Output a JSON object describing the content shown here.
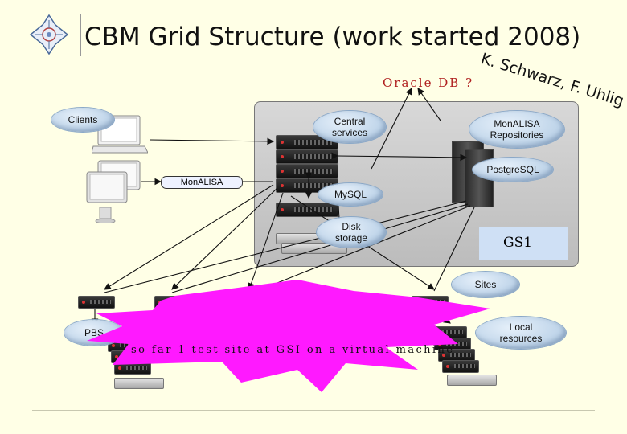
{
  "slide": {
    "title": "CBM Grid Structure (work started 2008)",
    "author": "K. Schwarz, F. Uhlig",
    "oracle_label": "Oracle DB ?",
    "gs1_label": "GS1",
    "note": "so far 1 test site at GSI on a virtual machine"
  },
  "nodes": {
    "clients": "Clients",
    "central_services": "Central services",
    "monalisa": "MonALISA",
    "monalisa_repositories": "MonALISA Repositories",
    "postgresql": "PostgreSQL",
    "mysql": "MySQL",
    "disk_storage": "Disk storage",
    "sites": "Sites",
    "pbs": "PBS",
    "local_resources": "Local resources"
  },
  "colors": {
    "background": "#ffffe6",
    "burst": "#ff19ff",
    "oracle_text": "#b02020",
    "cloud": "#a9c5e0"
  }
}
